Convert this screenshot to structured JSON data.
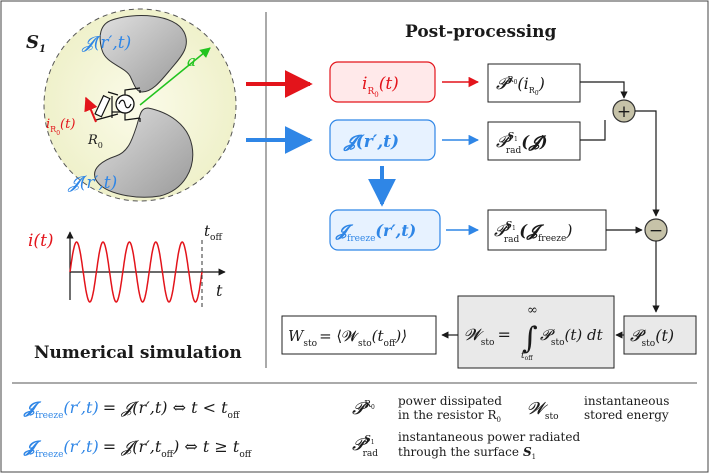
{
  "colors": {
    "red": "#e3141b",
    "blue": "#2f86e6",
    "green": "#22c41f",
    "ball_fill": "#f6f7dc",
    "gray_box": "#e9e9e9",
    "gray_body": "#c8c8c8",
    "sum_node": "#c6c2a8"
  },
  "left_panel": {
    "surface_label": "S",
    "surface_sub": "1",
    "current_top": "𝓙(r′,t)",
    "current_bottom": "𝓙(r′,t)",
    "radius_label": "a",
    "source_current": "i",
    "source_current_sub": "R",
    "source_current_sub2": "0",
    "source_current_tail": "(t)",
    "resistor_label": "R",
    "resistor_sub": "0",
    "source_icon": "ac-source-icon",
    "plot_ylabel": "i(t)",
    "plot_xlabel": "t",
    "plot_toff": "t",
    "plot_toff_sub": "off",
    "caption": "Numerical simulation"
  },
  "post": {
    "title": "Post-processing",
    "box_i": {
      "main": "i",
      "sub": "R",
      "sub2": "0",
      "tail": "(t)"
    },
    "box_J": {
      "main": "𝓙(r′,t)"
    },
    "box_Jfreeze": {
      "main": "𝓙",
      "sub": "freeze",
      "tail": "(r′,t)"
    },
    "box_PR0": {
      "main": "𝓟",
      "sup": "R",
      "sup2": "0",
      "arg_open": "(i",
      "arg_sub": "R",
      "arg_sub2": "0",
      "arg_close": ")"
    },
    "box_Prad": {
      "main": "𝓟",
      "sup": "S",
      "sup2": "1",
      "sub": "rad",
      "arg": "(𝓙)"
    },
    "box_Prad_freeze": {
      "main": "𝓟",
      "sup": "S",
      "sup2": "1",
      "sub": "rad",
      "arg_open": "(𝓙",
      "arg_sub": "freeze",
      "arg_close": ")"
    },
    "plus_symbol": "+",
    "minus_symbol": "−",
    "box_Psto": {
      "main": "𝓟",
      "sub": "sto",
      "tail": "(t)"
    },
    "box_Wsto_int": {
      "lhs": "𝓦",
      "lhs_sub": "sto",
      "eq": "=",
      "int_upper": "∞",
      "int_lower": "t",
      "int_lower_sub": "off",
      "integrand": "𝓟",
      "integrand_sub": "sto",
      "integrand_tail": "(t) dt"
    },
    "box_W": {
      "lhs": "W",
      "lhs_sub": "sto",
      "eq": "= ⟨𝓦",
      "mid_sub": "sto",
      "mid": "(t",
      "mid_sub2": "off",
      "close": ")⟩"
    }
  },
  "legend": {
    "eq1": {
      "lhs": "𝓙",
      "lhs_sub": "freeze",
      "lhs_tail": "(r′,t)",
      "rhs": "= 𝓙(r′,t) ⇔ t < t",
      "rhs_sub": "off"
    },
    "eq2": {
      "lhs": "𝓙",
      "lhs_sub": "freeze",
      "lhs_tail": "(r′,t)",
      "rhs": "= 𝓙(r′,t",
      "rhs_sub": "off",
      "rhs_tail": ") ⇔ t ≥ t",
      "rhs_sub2": "off"
    },
    "sym_PR0": {
      "main": "𝓟",
      "sup": "R",
      "sup2": "0"
    },
    "desc_PR0_line1": "power dissipated",
    "desc_PR0_line2": "in the resistor R",
    "desc_PR0_sub": "0",
    "sym_W": {
      "main": "𝓦",
      "sub": "sto"
    },
    "desc_W_line1": "instantaneous",
    "desc_W_line2": "stored energy",
    "sym_Prad": {
      "main": "𝓟",
      "sup": "S",
      "sup2": "1",
      "sub": "rad"
    },
    "desc_Prad_line1": "instantaneous power radiated",
    "desc_Prad_line2": "through the surface",
    "desc_Prad_S": "S",
    "desc_Prad_S_sub": "1"
  }
}
